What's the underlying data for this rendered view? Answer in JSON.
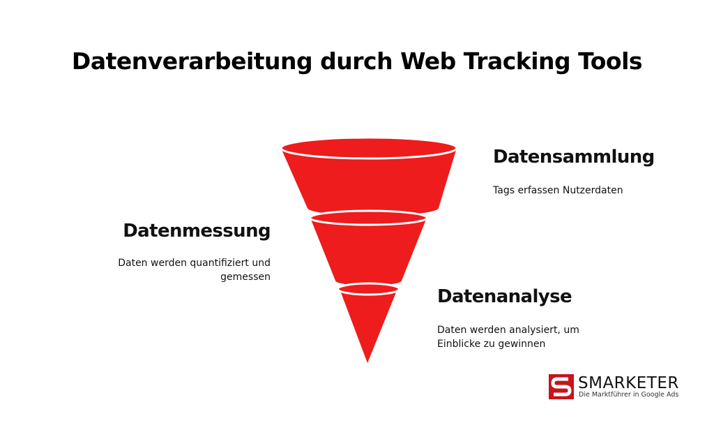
{
  "title": "Datenverarbeitung durch Web Tracking Tools",
  "colors": {
    "funnel_red": "#ee1c1c",
    "separator": "#ffffff",
    "logo_red": "#c4161c"
  },
  "stages": [
    {
      "heading": "Datensammlung",
      "description": "Tags erfassen Nutzerdaten"
    },
    {
      "heading": "Datenmessung",
      "description": "Daten werden quantifiziert und gemessen"
    },
    {
      "heading": "Datenanalyse",
      "description": "Daten werden analysiert, um Einblicke zu gewinnen"
    }
  ],
  "logo": {
    "icon": "smarketer-s-logo-icon",
    "name": "SMARKETER",
    "tagline": "Die Marktführer in Google Ads"
  }
}
